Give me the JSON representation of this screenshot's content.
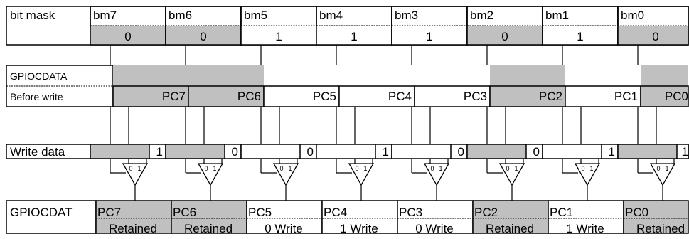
{
  "bitmask": {
    "label": "bit mask",
    "names": [
      "bm7",
      "bm6",
      "bm5",
      "bm4",
      "bm3",
      "bm2",
      "bm1",
      "bm0"
    ],
    "values": [
      "0",
      "0",
      "1",
      "1",
      "1",
      "0",
      "1",
      "0"
    ]
  },
  "before": {
    "label1": "GPIOCDATA",
    "label2": "Before write",
    "pins": [
      "PC7",
      "PC6",
      "PC5",
      "PC4",
      "PC3",
      "PC2",
      "PC1",
      "PC0"
    ]
  },
  "write": {
    "label": "Write data",
    "bits": [
      "1",
      "0",
      "0",
      "1",
      "0",
      "0",
      "1",
      "1"
    ]
  },
  "mux": {
    "input0": "0",
    "input1": "1"
  },
  "result": {
    "label": "GPIOCDAT",
    "pins": [
      "PC7",
      "PC6",
      "PC5",
      "PC4",
      "PC3",
      "PC2",
      "PC1",
      "PC0"
    ],
    "status": [
      "Retained",
      "Retained",
      "0 Write",
      "1 Write",
      "0 Write",
      "Retained",
      "1 Write",
      "Retained"
    ]
  },
  "colors": {
    "masked_fill": "#c0c0c0",
    "unmasked_fill": "#ffffff",
    "line": "#000000"
  }
}
